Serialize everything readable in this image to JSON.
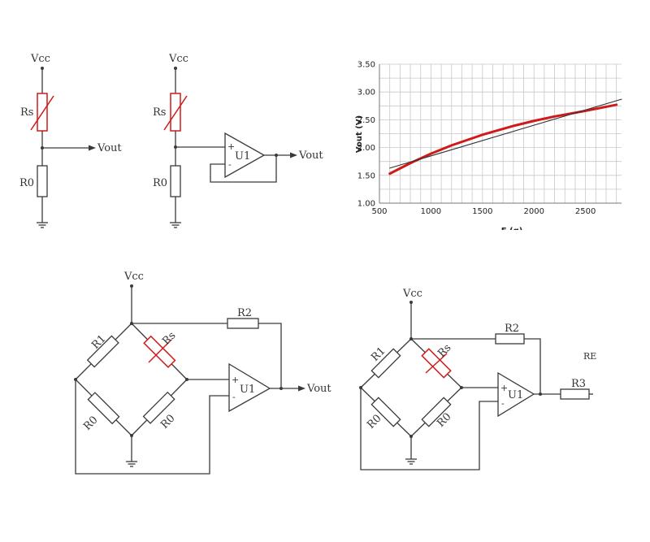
{
  "circuit1": {
    "vcc": "Vcc",
    "rs": "Rs",
    "r0": "R0",
    "vout": "Vout"
  },
  "circuit2": {
    "vcc": "Vcc",
    "rs": "Rs",
    "r0": "R0",
    "vout": "Vout",
    "u1": "U1",
    "plus": "+",
    "minus": "-"
  },
  "circuit3": {
    "vcc": "Vcc",
    "r1": "R1",
    "rs": "Rs",
    "r0a": "R0",
    "r0b": "R0",
    "r2": "R2",
    "u1": "U1",
    "vout": "Vout",
    "plus": "+",
    "minus": "-"
  },
  "circuit4": {
    "vcc": "Vcc",
    "r1": "R1",
    "rs": "Rs",
    "r0a": "R0",
    "r0b": "R0",
    "r2": "R2",
    "r3": "R3",
    "u1": "U1",
    "re": "RE",
    "plus": "+",
    "minus": "-"
  },
  "colors": {
    "sensor": "#d01a1a",
    "wire": "#3a3a3a",
    "grid": "#c8c8c8",
    "linear_fit": "#333333"
  },
  "chart_data": {
    "type": "line",
    "xlabel": "F (g)",
    "ylabel": "Vout (V)",
    "xlim": [
      500,
      2850
    ],
    "ylim": [
      1.0,
      3.5
    ],
    "xticks": [
      "500",
      "1000",
      "1500",
      "2000",
      "2500"
    ],
    "yticks": [
      "1.00",
      "1.50",
      "2.00",
      "2.50",
      "3.00",
      "3.50"
    ],
    "grid": true,
    "series": [
      {
        "color": "#d01a1a",
        "x": [
          600,
          800,
          1000,
          1200,
          1500,
          1800,
          2000,
          2200,
          2500,
          2800
        ],
        "y": [
          1.53,
          1.72,
          1.89,
          2.04,
          2.23,
          2.39,
          2.48,
          2.56,
          2.66,
          2.77
        ]
      },
      {
        "color": "#333333",
        "x": [
          600,
          2850
        ],
        "y": [
          1.63,
          2.87
        ]
      }
    ]
  }
}
